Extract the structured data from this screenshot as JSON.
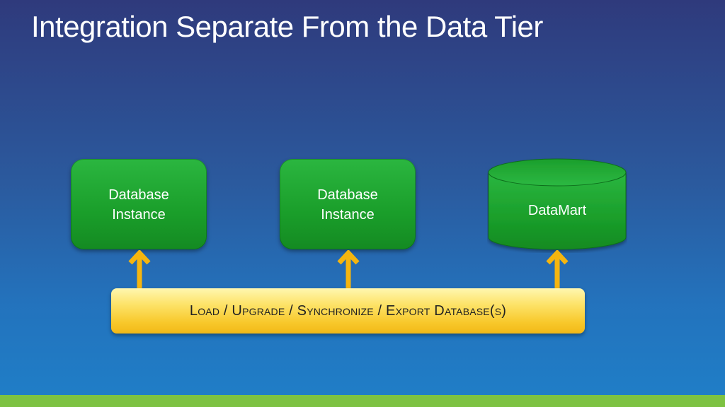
{
  "slide": {
    "title": "Integration Separate From the Data Tier"
  },
  "diagram": {
    "nodes": [
      {
        "label_line1": "Database",
        "label_line2": "Instance",
        "shape": "rounded-rect",
        "color": "#1a9e2a"
      },
      {
        "label_line1": "Database",
        "label_line2": "Instance",
        "shape": "rounded-rect",
        "color": "#1a9e2a"
      },
      {
        "label": "DataMart",
        "shape": "cylinder",
        "color": "#1a9e2a"
      }
    ],
    "bar": {
      "label": "Load / Upgrade / Synchronize / Export Database(s)",
      "color": "#f8c92c"
    },
    "arrow_color": "#f5b50f"
  },
  "colors": {
    "background_top": "#2f3a7c",
    "background_bottom": "#1f7fc8",
    "accent_stripe": "#7dc242"
  }
}
